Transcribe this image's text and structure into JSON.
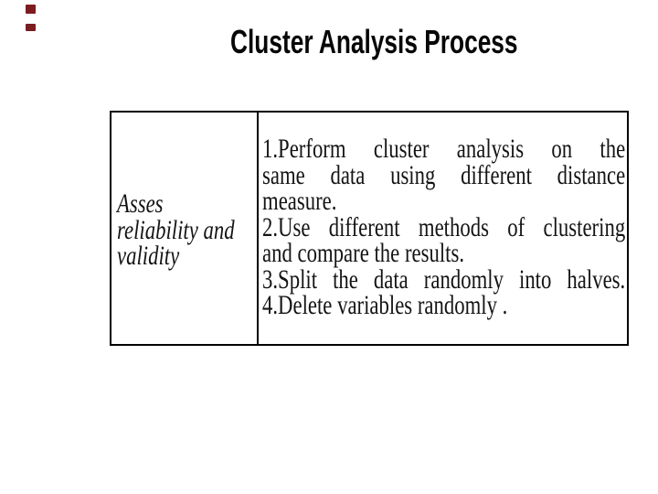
{
  "slide": {
    "title": "Cluster Analysis Process",
    "decor": {
      "bullet_color": "#7B1C20",
      "background_color": "#ffffff",
      "border_color": "#000000"
    },
    "table": {
      "left_cell": {
        "lines": [
          "Asses",
          "reliability and",
          "validity"
        ]
      },
      "right_cell": {
        "lines": [
          "1.Perform cluster analysis on the",
          "same data using different distance",
          "measure.",
          "2.Use different methods of clustering",
          "and compare the results.",
          "3.Split the data randomly into halves.",
          "4.Delete variables randomly ."
        ]
      }
    }
  }
}
